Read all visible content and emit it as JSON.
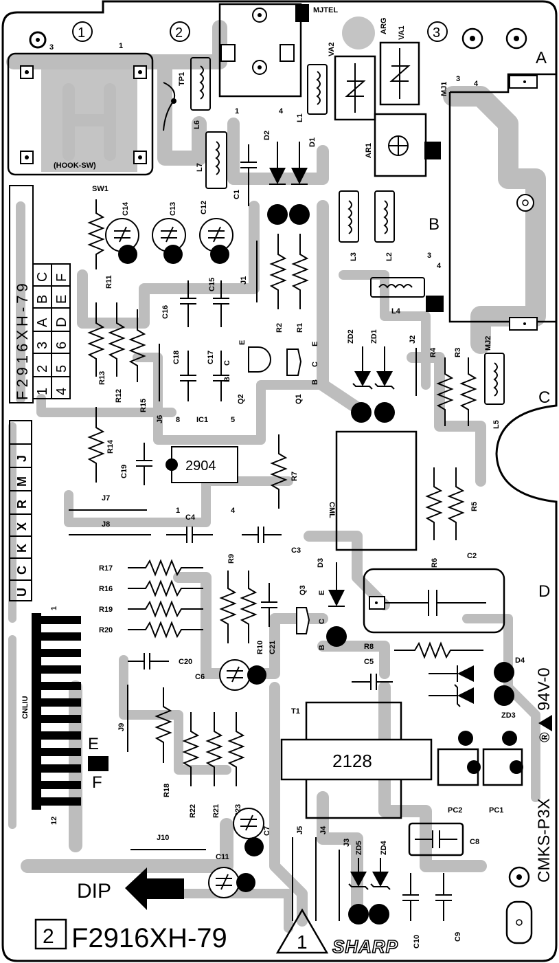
{
  "board": {
    "part_number": "F2916XH-79",
    "layer_badge": "2",
    "warning_symbol": "1",
    "brand": "SHARP",
    "material_mark": "CMKS-P3X",
    "rating_mark": "94V-0",
    "dip_label": "DIP",
    "side_code": "F2916XH-79"
  },
  "circle_markers": [
    "1",
    "2",
    "3"
  ],
  "screw_label": "3",
  "corner_letters": [
    "A",
    "B",
    "C",
    "D"
  ],
  "connector_letters": [
    "E",
    "F"
  ],
  "option_grid": {
    "row1": [
      "1",
      "2",
      "3",
      "A",
      "B",
      "C"
    ],
    "row2": [
      "4",
      "5",
      "6",
      "D",
      "E",
      "F"
    ]
  },
  "region_codes": [
    "U",
    "C",
    "K",
    "X",
    "R",
    "M",
    "J"
  ],
  "ics": {
    "ic1": {
      "ref": "IC1",
      "part": "2904",
      "pin_a": "8",
      "pin_b": "5",
      "pin_c": "1",
      "pin_d": "4"
    },
    "t1": {
      "ref": "T1",
      "part": "2128"
    }
  },
  "connectors": {
    "mjtel": "MJTEL",
    "mj1": "MJ1",
    "mj2": "MJ2",
    "cnliu": "CNLIU",
    "cnliu_pin1": "1",
    "cnliu_pin12": "12",
    "hook_sw": "(HOOK-SW)",
    "sw1": "SW1",
    "tp1": "TP1",
    "arg": "ARG",
    "cml": "CML"
  },
  "pin_numbers": {
    "mjtel_1": "1",
    "mjtel_4": "4",
    "hook_1": "1",
    "mj1_3": "3",
    "mj1_4": "4",
    "b_3": "3",
    "b_4": "4"
  },
  "transistor_pins": {
    "b": "B",
    "c": "C",
    "e": "E"
  },
  "components": {
    "resistors": [
      "R1",
      "R2",
      "R3",
      "R4",
      "R5",
      "R6",
      "R7",
      "R8",
      "R9",
      "R10",
      "R11",
      "R12",
      "R13",
      "R14",
      "R15",
      "R16",
      "R17",
      "R18",
      "R19",
      "R20",
      "R21",
      "R22",
      "R23"
    ],
    "capacitors": [
      "C1",
      "C2",
      "C3",
      "C4",
      "C5",
      "C6",
      "C7",
      "C8",
      "C9",
      "C10",
      "C11",
      "C12",
      "C13",
      "C14",
      "C15",
      "C16",
      "C17",
      "C18",
      "C19",
      "C20",
      "C21"
    ],
    "inductors": [
      "L1",
      "L2",
      "L3",
      "L4",
      "L5",
      "L6",
      "L7"
    ],
    "diodes": [
      "D1",
      "D2",
      "D3",
      "D4"
    ],
    "zeners": [
      "ZD1",
      "ZD2",
      "ZD3",
      "ZD4",
      "ZD5"
    ],
    "transistors": [
      "Q1",
      "Q2",
      "Q3"
    ],
    "jumpers": [
      "J1",
      "J2",
      "J3",
      "J4",
      "J5",
      "J6",
      "J7",
      "J8",
      "J9",
      "J10"
    ],
    "varistors": [
      "VA1",
      "VA2"
    ],
    "arrestors": [
      "AR1"
    ],
    "photocouplers": [
      "PC1",
      "PC2"
    ]
  },
  "colors": {
    "copper": "#bdbdbd",
    "silkscreen": "#000000",
    "background": "#ffffff"
  }
}
